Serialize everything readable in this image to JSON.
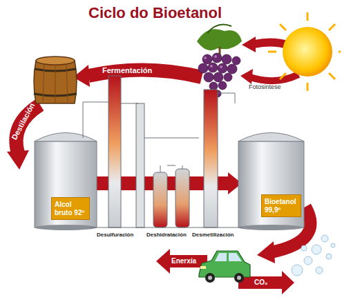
{
  "diagram": {
    "title": "Ciclo do Bioetanol",
    "nodes": [
      {
        "text": [
          "Alcol bruto 92º"
        ]
      },
      {
        "text": [
          "Bioetanol 99,9º"
        ]
      }
    ],
    "labels": [
      "Fotosintese",
      "Fermentación",
      "Destilación",
      "Desulfuración",
      "Deshidratación",
      "Desmetilización",
      "Enerxía",
      "CO₂"
    ]
  }
}
